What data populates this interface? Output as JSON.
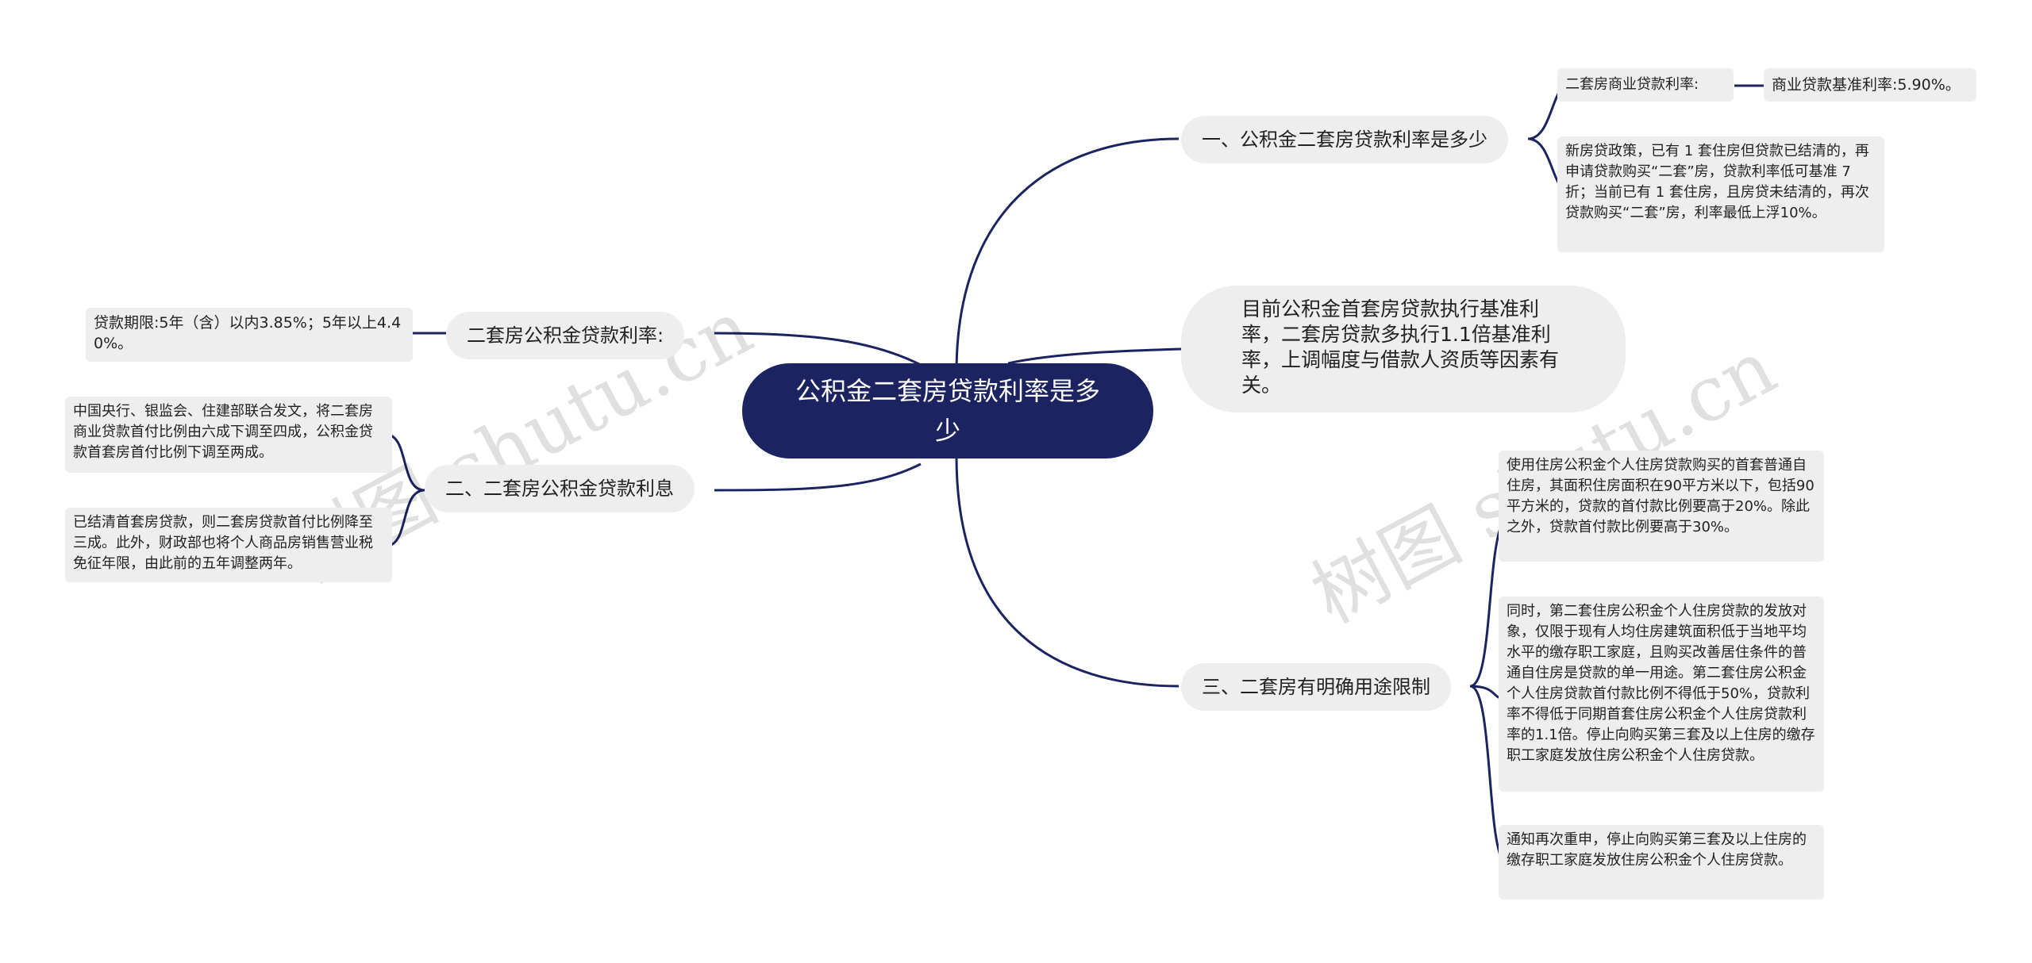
{
  "root": {
    "title": "公积金二套房贷款利率是多少"
  },
  "right": {
    "branch1": {
      "label": "一、公积金二套房贷款利率是多少",
      "sub1_label": "二套房商业贷款利率:",
      "sub1_child": "商业贷款基准利率:5.90%。",
      "sub2": "新房贷政策，已有 1 套住房但贷款已结清的，再申请贷款购买“二套”房，贷款利率低可基准 7 折；当前已有 1 套住房，且房贷未结清的，再次贷款购买“二套”房，利率最低上浮10%。"
    },
    "branch2": {
      "label": "目前公积金首套房贷款执行基准利率，二套房贷款多执行1.1倍基准利率，上调幅度与借款人资质等因素有关。"
    },
    "branch3": {
      "label": "三、二套房有明确用途限制",
      "leaf1": "使用住房公积金个人住房贷款购买的首套普通自住房，其面积住房面积在90平方米以下，包括90平方米的，贷款的首付款比例要高于20%。除此之外，贷款首付款比例要高于30%。",
      "leaf2": "同时，第二套住房公积金个人住房贷款的发放对象，仅限于现有人均住房建筑面积低于当地平均水平的缴存职工家庭，且购买改善居住条件的普通自住房是贷款的单一用途。第二套住房公积金个人住房贷款首付款比例不得低于50%，贷款利率不得低于同期首套住房公积金个人住房贷款利率的1.1倍。停止向购买第三套及以上住房的缴存职工家庭发放住房公积金个人住房贷款。",
      "leaf3": "通知再次重申，停止向购买第三套及以上住房的缴存职工家庭发放住房公积金个人住房贷款。"
    }
  },
  "left": {
    "branch1": {
      "label": "二套房公积金贷款利率:",
      "leaf": "贷款期限:5年（含）以内3.85%；5年以上4.40%。"
    },
    "branch2": {
      "label": "二、二套房公积金贷款利息",
      "leaf1": "中国央行、银监会、住建部联合发文，将二套房商业贷款首付比例由六成下调至四成，公积金贷款首套房首付比例下调至两成。",
      "leaf2": "已结清首套房贷款，则二套房贷款首付比例降至三成。此外，财政部也将个人商品房销售营业税免征年限，由此前的五年调整两年。"
    }
  },
  "watermarks": [
    "树图 shutu.cn",
    "树图 shutu.cn"
  ],
  "colors": {
    "root": "#1b2360",
    "line": "#1b2360",
    "node": "#eeeeee"
  }
}
